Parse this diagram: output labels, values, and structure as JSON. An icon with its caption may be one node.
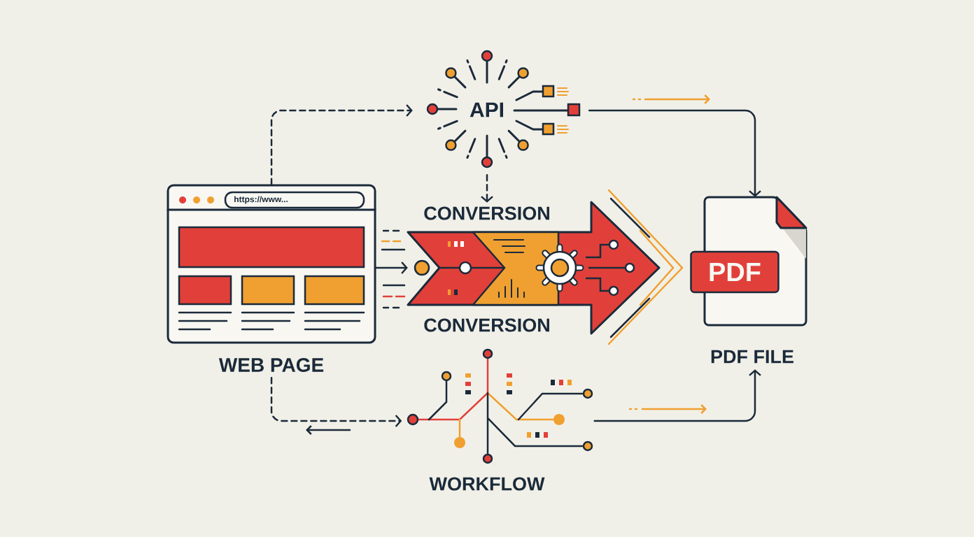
{
  "diagram": {
    "nodes": [
      {
        "text": [
          "https://www...",
          "WEB PAGE"
        ]
      },
      {
        "text": [
          "API"
        ]
      },
      {
        "text": [
          "CONVERSION",
          "CONVERSION"
        ]
      },
      {
        "text": [
          "PDF",
          "PDF FILE"
        ]
      },
      {
        "text": [
          "WORKFLOW"
        ]
      }
    ],
    "edges": [
      {
        "from": 0,
        "to": 1,
        "arrow": "to",
        "style": "dashed"
      },
      {
        "from": 1,
        "to": 2,
        "arrow": "to",
        "style": "dashed"
      },
      {
        "from": 1,
        "to": 3,
        "arrow": "to"
      },
      {
        "from": 0,
        "to": 4,
        "arrow": "to",
        "style": "dashed"
      },
      {
        "from": 4,
        "to": 3,
        "arrow": "to"
      },
      {
        "from": 0,
        "to": 2,
        "arrow": "to"
      }
    ]
  }
}
